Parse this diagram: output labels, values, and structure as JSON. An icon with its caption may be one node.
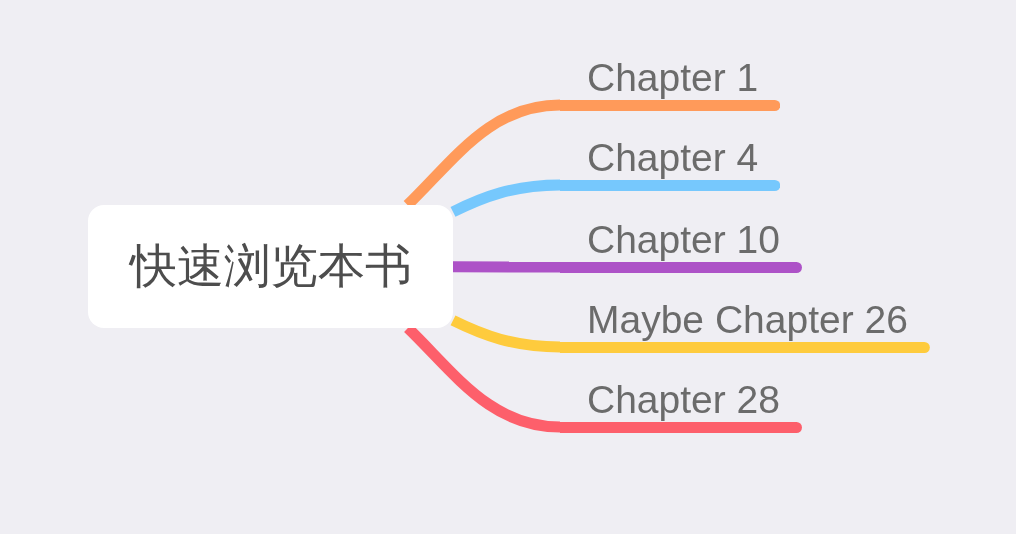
{
  "diagram": {
    "nodes": [
      {
        "text": [
          "快速浏览本书"
        ]
      },
      {
        "text": [
          "Chapter 1"
        ]
      },
      {
        "text": [
          "Chapter 4"
        ]
      },
      {
        "text": [
          "Chapter 10"
        ]
      },
      {
        "text": [
          "Maybe Chapter 26"
        ]
      },
      {
        "text": [
          "Chapter 28"
        ]
      }
    ],
    "edges": [
      {
        "from": 0,
        "to": 1,
        "arrow": "none",
        "color": "#ff9a5a"
      },
      {
        "from": 0,
        "to": 2,
        "arrow": "none",
        "color": "#76c8fd"
      },
      {
        "from": 0,
        "to": 3,
        "arrow": "none",
        "color": "#ad52c7"
      },
      {
        "from": 0,
        "to": 4,
        "arrow": "none",
        "color": "#fecb3d"
      },
      {
        "from": 0,
        "to": 5,
        "arrow": "none",
        "color": "#fd5f6b"
      }
    ]
  }
}
